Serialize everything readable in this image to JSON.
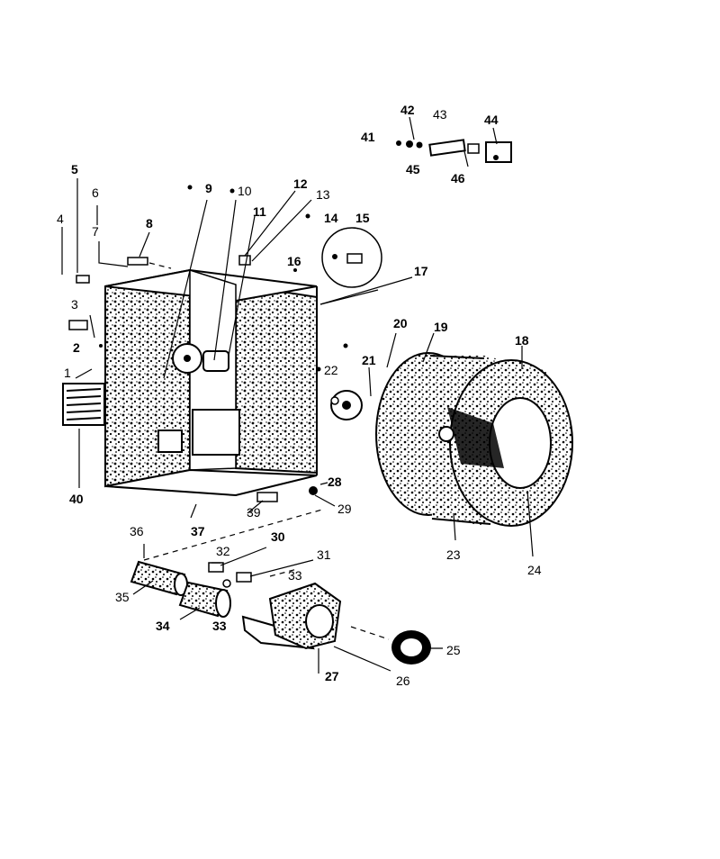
{
  "diagram": {
    "callouts": [
      {
        "id": "1",
        "text": "1",
        "bold": false
      },
      {
        "id": "2",
        "text": "2",
        "bold": true
      },
      {
        "id": "3",
        "text": "3",
        "bold": false
      },
      {
        "id": "4",
        "text": "4",
        "bold": false
      },
      {
        "id": "5",
        "text": "5",
        "bold": true
      },
      {
        "id": "6",
        "text": "6",
        "bold": false
      },
      {
        "id": "7",
        "text": "7",
        "bold": false
      },
      {
        "id": "8",
        "text": "8",
        "bold": true
      },
      {
        "id": "9",
        "text": "9",
        "bold": true
      },
      {
        "id": "10",
        "text": "10",
        "bold": false
      },
      {
        "id": "11",
        "text": "11",
        "bold": true
      },
      {
        "id": "12",
        "text": "12",
        "bold": true
      },
      {
        "id": "13",
        "text": "13",
        "bold": false
      },
      {
        "id": "14",
        "text": "14",
        "bold": true
      },
      {
        "id": "15",
        "text": "15",
        "bold": true
      },
      {
        "id": "16",
        "text": "16",
        "bold": true
      },
      {
        "id": "17",
        "text": "17",
        "bold": true
      },
      {
        "id": "18",
        "text": "18",
        "bold": true
      },
      {
        "id": "19",
        "text": "19",
        "bold": true
      },
      {
        "id": "20",
        "text": "20",
        "bold": true
      },
      {
        "id": "21",
        "text": "21",
        "bold": true
      },
      {
        "id": "22",
        "text": "22",
        "bold": false
      },
      {
        "id": "23",
        "text": "23",
        "bold": false
      },
      {
        "id": "24",
        "text": "24",
        "bold": false
      },
      {
        "id": "25",
        "text": "25",
        "bold": false
      },
      {
        "id": "26",
        "text": "26",
        "bold": false
      },
      {
        "id": "27",
        "text": "27",
        "bold": true
      },
      {
        "id": "28",
        "text": "28",
        "bold": true
      },
      {
        "id": "29",
        "text": "29",
        "bold": false
      },
      {
        "id": "30",
        "text": "30",
        "bold": true
      },
      {
        "id": "31",
        "text": "31",
        "bold": false
      },
      {
        "id": "32",
        "text": "32",
        "bold": false
      },
      {
        "id": "33a",
        "text": "33",
        "bold": false
      },
      {
        "id": "33b",
        "text": "33",
        "bold": true
      },
      {
        "id": "34",
        "text": "34",
        "bold": true
      },
      {
        "id": "35",
        "text": "35",
        "bold": false
      },
      {
        "id": "36",
        "text": "36",
        "bold": false
      },
      {
        "id": "37",
        "text": "37",
        "bold": true
      },
      {
        "id": "39",
        "text": "39",
        "bold": false
      },
      {
        "id": "40",
        "text": "40",
        "bold": true
      },
      {
        "id": "41",
        "text": "41",
        "bold": true
      },
      {
        "id": "42",
        "text": "42",
        "bold": true
      },
      {
        "id": "43",
        "text": "43",
        "bold": false
      },
      {
        "id": "44",
        "text": "44",
        "bold": true
      },
      {
        "id": "45",
        "text": "45",
        "bold": true
      },
      {
        "id": "46",
        "text": "46",
        "bold": true
      }
    ]
  }
}
